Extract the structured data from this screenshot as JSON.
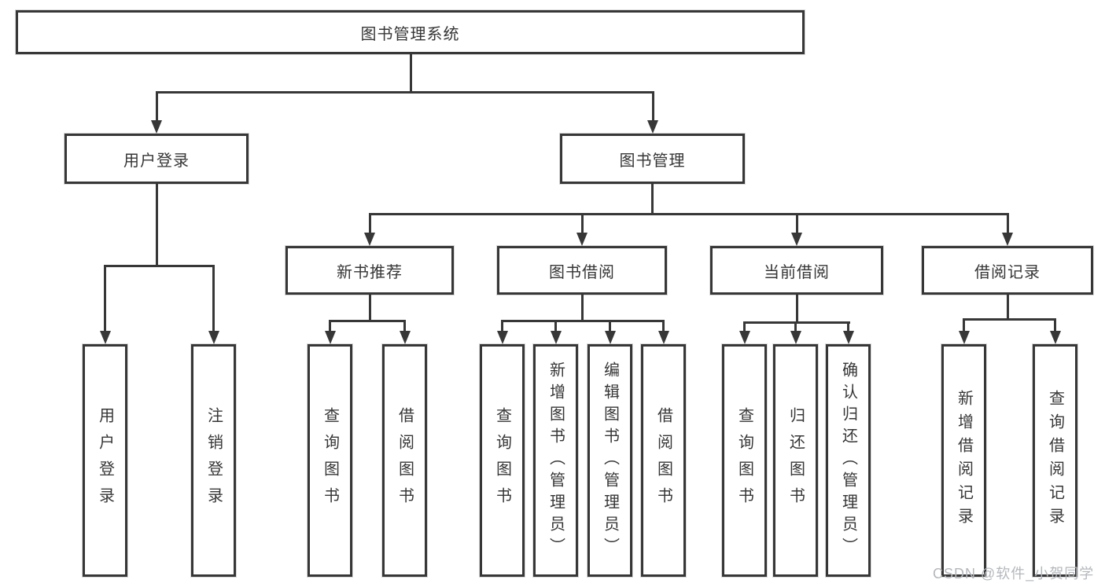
{
  "diagram": {
    "colors": {
      "line": "#373737",
      "text": "#363636",
      "box_background": "#ffffff",
      "watermark": "#b4b8bc",
      "background": "#ffffff"
    },
    "root": {
      "label": "图书管理系统"
    },
    "level1": [
      {
        "label": "用户登录"
      },
      {
        "label": "图书管理"
      }
    ],
    "level2": [
      {
        "label": "新书推荐"
      },
      {
        "label": "图书借阅"
      },
      {
        "label": "当前借阅"
      },
      {
        "label": "借阅记录"
      }
    ],
    "leaves": {
      "user_login": [
        {
          "label": "用户登录"
        },
        {
          "label": "注销登录"
        }
      ],
      "new_book": [
        {
          "label": "查询图书"
        },
        {
          "label": "借阅图书"
        }
      ],
      "book_borrow": [
        {
          "label": "查询图书"
        },
        {
          "label": "新增图书（管理员）"
        },
        {
          "label": "编辑图书（管理员）"
        },
        {
          "label": "借阅图书"
        }
      ],
      "current_borrow": [
        {
          "label": "查询图书"
        },
        {
          "label": "归还图书"
        },
        {
          "label": "确认归还（管理员）"
        }
      ],
      "borrow_record": [
        {
          "label": "新增借阅记录"
        },
        {
          "label": "查询借阅记录"
        }
      ]
    },
    "watermark": "CSDN @软件_小贺同学"
  }
}
